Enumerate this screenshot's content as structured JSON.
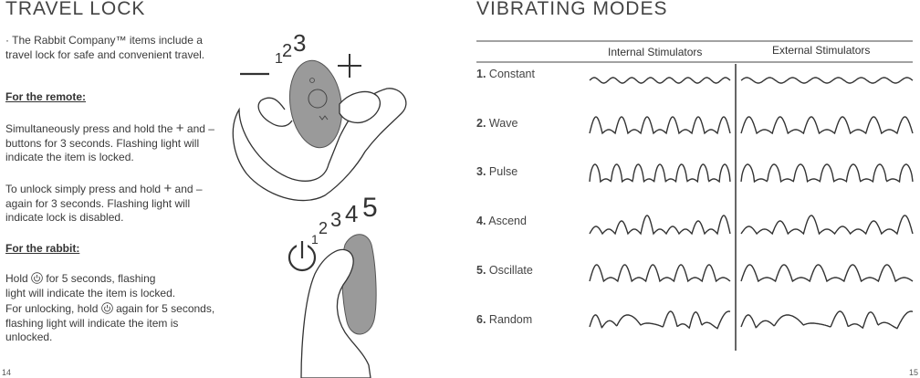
{
  "left": {
    "title": "TRAVEL LOCK",
    "intro": "· The Rabbit Company™ items include a travel lock for safe and convenient travel.",
    "remote_heading": "For the remote:",
    "remote_p1_a": "Simultaneously press and hold the",
    "remote_p1_b": "and – buttons for 3 seconds. Flashing light will indicate the item is locked.",
    "remote_p2_a": "To unlock simply press and hold",
    "remote_p2_b": "and – again for 3 seconds. Flashing light will indicate lock is disabled.",
    "rabbit_heading": "For the rabbit:",
    "rabbit_p1_a": "Hold",
    "rabbit_p1_b": "for 5 seconds, flashing",
    "rabbit_p1_c": "light will indicate the item is locked.",
    "rabbit_p2_a": "For unlocking, hold",
    "rabbit_p2_b": "again for 5",
    "rabbit_p2_c": "seconds, flashing light will indicate the item is unlocked.",
    "page": "14",
    "illus_count_remote": [
      "1",
      "2",
      "3"
    ],
    "illus_count_rabbit": [
      "1",
      "2",
      "3",
      "4",
      "5"
    ],
    "illus_minus": "—",
    "illus_plus": "+"
  },
  "right": {
    "title": "VIBRATING MODES",
    "col_internal": "Internal Stimulators",
    "col_external": "External Stimulators",
    "modes": [
      {
        "num": "1.",
        "name": "Constant"
      },
      {
        "num": "2.",
        "name": "Wave"
      },
      {
        "num": "3.",
        "name": "Pulse"
      },
      {
        "num": "4.",
        "name": "Ascend"
      },
      {
        "num": "5.",
        "name": "Oscillate"
      },
      {
        "num": "6.",
        "name": "Random"
      }
    ],
    "page": "15"
  },
  "icons": {
    "power": "power-icon",
    "plus": "plus-icon"
  }
}
